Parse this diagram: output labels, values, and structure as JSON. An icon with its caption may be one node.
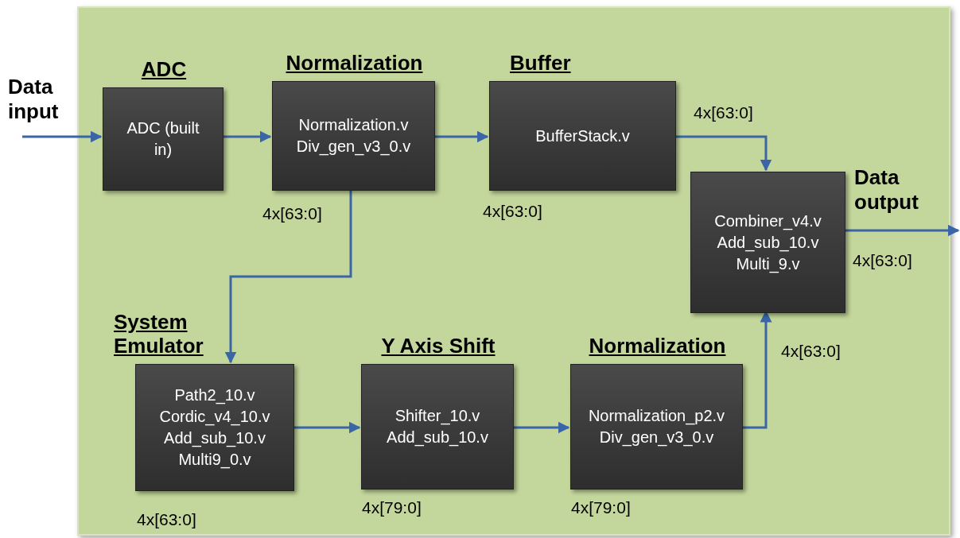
{
  "diagram": {
    "nodes": [
      {
        "text": [],
        "shape": "box"
      },
      {
        "text": [
          "ADC",
          "ADC (built in)"
        ],
        "in": 0
      },
      {
        "text": [
          "Normalization",
          "Normalization.v Div_gen_v3_0.v"
        ],
        "in": 0
      },
      {
        "text": [
          "Buffer",
          "BufferStack.v"
        ],
        "in": 0
      },
      {
        "text": [
          "Combiner_v4.v Add_sub_10.v Multi_9.v"
        ],
        "in": 0
      },
      {
        "text": [
          "System Emulator",
          "Path2_10.v Cordic_v4_10.v Add_sub_10.v Multi9_0.v"
        ],
        "in": 0
      },
      {
        "text": [
          "Y Axis Shift",
          "Shifter_10.v Add_sub_10.v"
        ],
        "in": 0
      },
      {
        "text": [
          "Normalization",
          "Normalization_p2.v Div_gen_v3_0.v"
        ],
        "in": 0
      }
    ],
    "edges": [
      {
        "from": null,
        "to": 1,
        "arrow": "to"
      },
      {
        "from": 1,
        "to": 2,
        "arrow": "to"
      },
      {
        "from": 2,
        "to": 3,
        "arrow": "to"
      },
      {
        "from": 3,
        "to": 4,
        "arrow": "to"
      },
      {
        "from": 2,
        "to": 5,
        "arrow": "to"
      },
      {
        "from": 5,
        "to": 6,
        "arrow": "to"
      },
      {
        "from": 6,
        "to": 7,
        "arrow": "to"
      },
      {
        "from": 7,
        "to": 4,
        "arrow": "to"
      },
      {
        "from": 4,
        "to": null,
        "arrow": "to"
      }
    ],
    "labels": [
      "Data input",
      "4x[63:0]",
      "Data output",
      "4x[63:0]",
      "4x[63:0]",
      "4x[63:0]",
      "4x[63:0]",
      "4x[63:0]",
      "4x[79:0]",
      "4x[79:0]"
    ]
  }
}
